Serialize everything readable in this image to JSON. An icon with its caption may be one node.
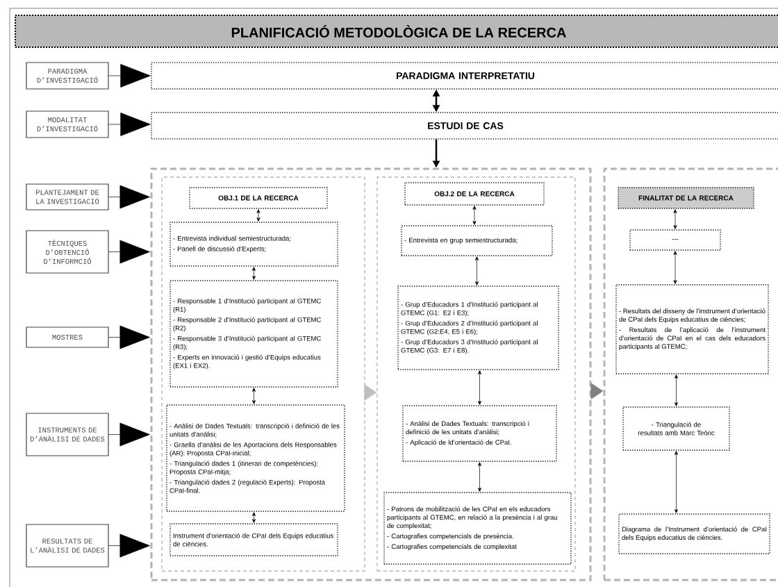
{
  "diagram": {
    "title": "PLANIFICACIÓ METODOLÒGICA DE LA RECERCA",
    "nodes": [
      {
        "text": [
          "PARADIGMA D’INVESTIGACIÓ"
        ]
      },
      {
        "text": [
          "MODALITAT D’INVESTIGACIÓ"
        ]
      },
      {
        "text": [
          "PLANTEJAMENT DE LA INVESTIGACIÓ"
        ]
      },
      {
        "text": [
          "TÈCNIQUES D’OBTENCIÓ D’INFORMCIÓ"
        ]
      },
      {
        "text": [
          "MOSTRES"
        ]
      },
      {
        "text": [
          "INSTRUMENTS DE D’ANÀLISI DE DADES"
        ]
      },
      {
        "text": [
          "RESULTATS DE L’ANÀLISI DE DADES"
        ]
      },
      {
        "text": [
          "PARADIGMA INTERPRETATIU"
        ]
      },
      {
        "text": [
          "ESTUDI DE CAS"
        ]
      },
      {
        "text": [],
        "shape": "box"
      },
      {
        "text": [],
        "shape": "box",
        "in": 9
      },
      {
        "text": [
          "OBJ.1 DE LA RECERCA"
        ],
        "in": 10
      },
      {
        "text": [
          "- Entrevista individual semiestructurada;",
          "- Panell de discussió d’Experts;"
        ],
        "in": 10
      },
      {
        "text": [
          "- Responsable 1 d’Institució participant al GTEMC (R1)",
          "- Responsable 2 d’Institució participant al GTEMC (R2)",
          "- Responsable 3 d’Institució participant al GTEMC (R3);",
          "- Experts en innovació i gestió d’Equips educatius (EX1 i EX2)."
        ],
        "in": 10
      },
      {
        "text": [
          "- Anàlisi de Dades Textuals: transcripció i definició de les unitats d’anàlisi;",
          "- Graella d’anàlisi de les Aportacions dels Responsables (AR): Proposta CPaI-inicial;",
          "- Triangulació dades 1 (itinerari de competències): Proposta CPaI-mitja;",
          "- Triangulació dades 2 (regulació Experts): Proposta CPaI-final."
        ],
        "in": 10
      },
      {
        "text": [
          "Instrument d’orientació de CPaI dels Equips educatius de ciències."
        ],
        "in": 10
      },
      {
        "text": [],
        "shape": "box",
        "in": 9
      },
      {
        "text": [
          "OBJ.2 DE LA RECERCA"
        ],
        "in": 16
      },
      {
        "text": [
          "- Entrevista en grup semiestructurada;"
        ],
        "in": 16
      },
      {
        "text": [
          "- Grup d’Educadors 1 d’Institució participant al GTEMC (G1: E2 i E3);",
          "- Grup d’Educadors 2 d’Institució participant al GTEMC (G2:E4, E5 i E6);",
          "- Grup d’Educadors 3 d’Institució participant al GTEMC (G3: E7 i E8)."
        ],
        "in": 16
      },
      {
        "text": [
          "- Anàlisi de Dades Textuals: transcripció i definició de les unitats d’anàlisi;",
          "- Aplicació de ld’orientació de CPaI."
        ],
        "in": 16
      },
      {
        "text": [
          "- Patrons de mobilització de les CPaI en els educadors participants al GTEMC, en relació a la presència i al grau de complexitat;",
          "- Cartografies competencials de presència.",
          "- Cartografies competencials de complexitat"
        ],
        "in": 16
      },
      {
        "text": [],
        "shape": "box"
      },
      {
        "text": [
          "FINALITAT DE LA RECERCA"
        ],
        "in": 22
      },
      {
        "text": [
          "---"
        ],
        "in": 22
      },
      {
        "text": [
          "- Resultats del disseny de l’instrument d’orientació de CPaI dels Equips educatius de ciències;",
          "- Resultats de l’aplicació de l’instrument d’orientació de CPaI en el cas dels educadors participants al GTEMC;"
        ],
        "in": 22
      },
      {
        "text": [
          "- Triangulació de resultats amb Marc Teòric"
        ],
        "in": 22
      },
      {
        "text": [
          "Diagrama de l’Instrument d’orientació de CPaI dels Equips educatius de ciències."
        ],
        "in": 22
      }
    ],
    "edges": [
      {
        "from": 0,
        "to": 7,
        "arrow": "to"
      },
      {
        "from": 1,
        "to": 8,
        "arrow": "to"
      },
      {
        "from": 2,
        "to": 9,
        "arrow": "to"
      },
      {
        "from": 3,
        "to": 9,
        "arrow": "to"
      },
      {
        "from": 4,
        "to": 9,
        "arrow": "to"
      },
      {
        "from": 5,
        "to": 9,
        "arrow": "to"
      },
      {
        "from": 6,
        "to": 9,
        "arrow": "to"
      },
      {
        "from": 7,
        "to": 8,
        "arrow": "both",
        "style": "thick"
      },
      {
        "from": 8,
        "to": 9,
        "arrow": "to",
        "style": "thick"
      },
      {
        "from": 11,
        "to": 12,
        "arrow": "both"
      },
      {
        "from": 12,
        "to": 13,
        "arrow": "both"
      },
      {
        "from": 13,
        "to": 14,
        "arrow": "both"
      },
      {
        "from": 14,
        "to": 15,
        "arrow": "both"
      },
      {
        "from": 17,
        "to": 18,
        "arrow": "both"
      },
      {
        "from": 18,
        "to": 19,
        "arrow": "both"
      },
      {
        "from": 19,
        "to": 20,
        "arrow": "both"
      },
      {
        "from": 20,
        "to": 21,
        "arrow": "both"
      },
      {
        "from": 23,
        "to": 24,
        "arrow": "both"
      },
      {
        "from": 24,
        "to": 25,
        "arrow": "both"
      },
      {
        "from": 25,
        "to": 26,
        "arrow": "both"
      },
      {
        "from": 26,
        "to": 27,
        "arrow": "both"
      },
      {
        "from": 10,
        "to": 16,
        "arrow": "to",
        "color": "#bfbfbf"
      },
      {
        "from": 9,
        "to": 22,
        "arrow": "to",
        "color": "#808080"
      }
    ]
  }
}
